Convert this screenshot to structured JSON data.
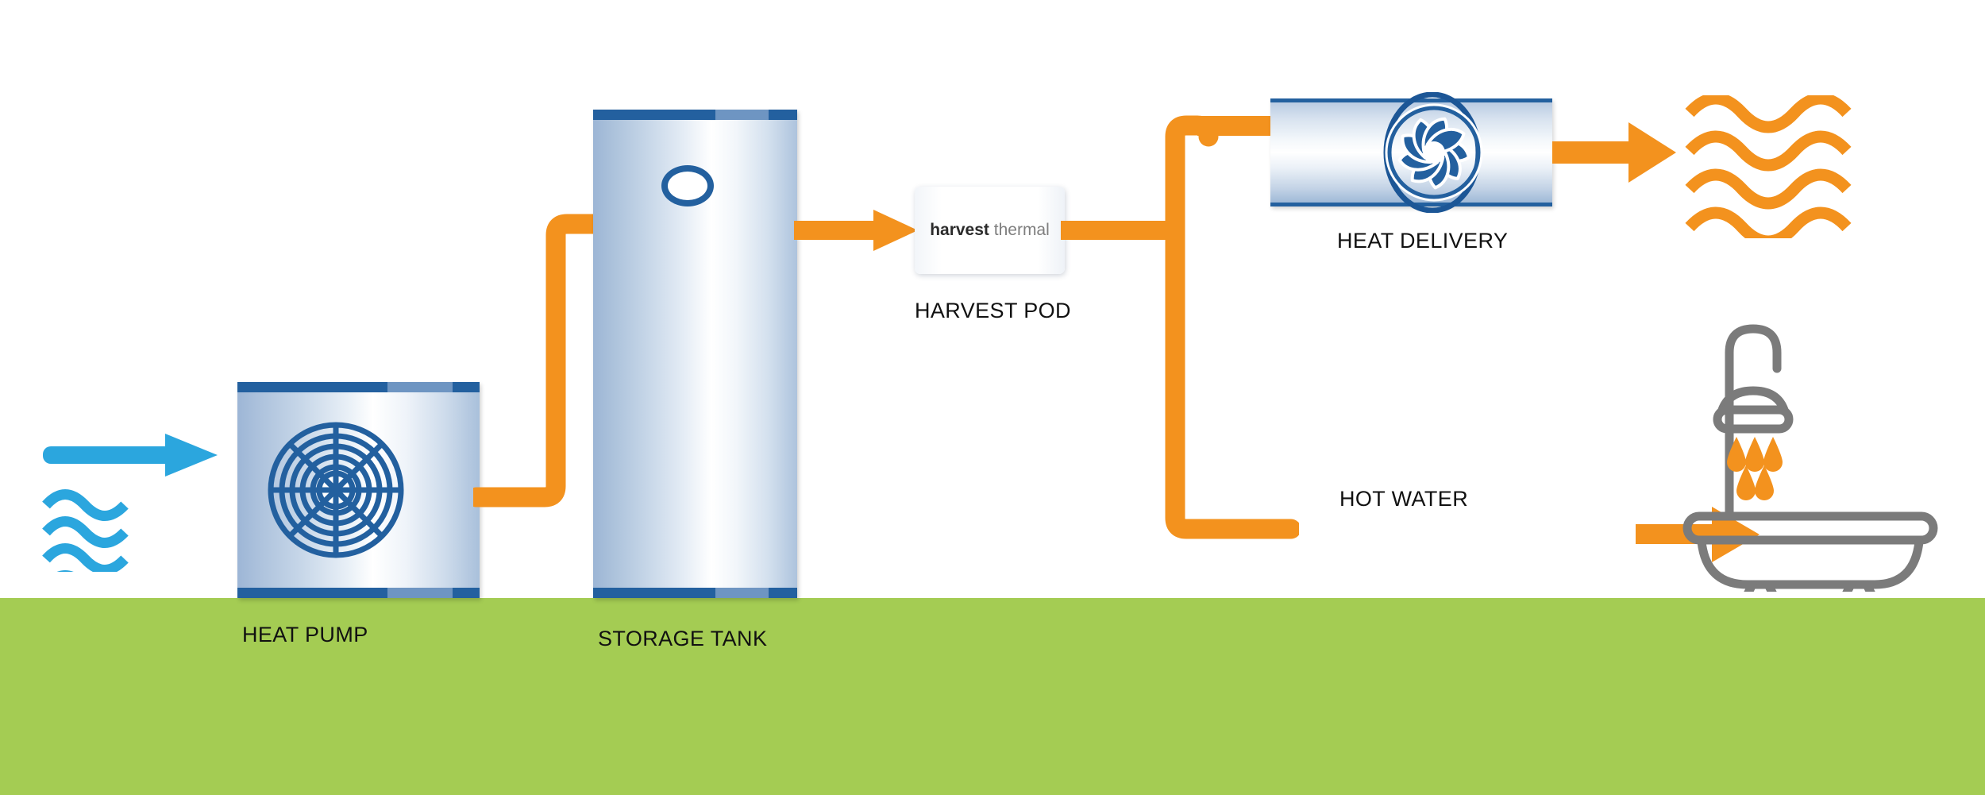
{
  "diagram": {
    "title": "Harvest Thermal heat pump system flow diagram",
    "colors": {
      "orange": "#f3921e",
      "blue_accent": "#23609f",
      "light_blue": "#2ba6de",
      "ground_green": "#a4cc53",
      "label_text": "#111111",
      "fixture_gray": "#7b7b7b"
    }
  },
  "labels": {
    "heat_pump": "HEAT PUMP",
    "storage_tank": "STORAGE TANK",
    "harvest_pod": "HARVEST POD",
    "heat_delivery": "HEAT DELIVERY",
    "hot_water": "HOT WATER"
  },
  "pod": {
    "brand": "harvest",
    "brand_suffix": " thermal"
  },
  "icons": {
    "air_source_arrow": "right-arrow-icon",
    "air_waves": "water-waves-icon",
    "heat_pump_fan": "fan-grille-icon",
    "tank_port": "circle-port-icon",
    "delivery_fan": "impeller-fan-icon",
    "heat_waves": "heat-waves-icon",
    "bathtub": "bathtub-shower-icon",
    "droplets": "water-droplet-icon"
  },
  "flows": [
    {
      "name": "air-intake",
      "from": "ambient air",
      "to": "heat pump",
      "color": "#2ba6de"
    },
    {
      "name": "heat-pump-to-tank",
      "from": "heat pump",
      "to": "storage tank",
      "color": "#f3921e"
    },
    {
      "name": "tank-to-pod",
      "from": "storage tank",
      "to": "harvest pod",
      "color": "#f3921e"
    },
    {
      "name": "pod-to-delivery",
      "from": "harvest pod",
      "to": "heat delivery",
      "color": "#f3921e"
    },
    {
      "name": "delivery-to-room",
      "from": "heat delivery",
      "to": "room heat",
      "color": "#f3921e"
    },
    {
      "name": "pod-to-hot-water",
      "from": "harvest pod",
      "to": "bathtub shower",
      "color": "#f3921e"
    }
  ],
  "wave_counts": {
    "air_waves": 4,
    "heat_waves": 4,
    "droplets": 5
  }
}
